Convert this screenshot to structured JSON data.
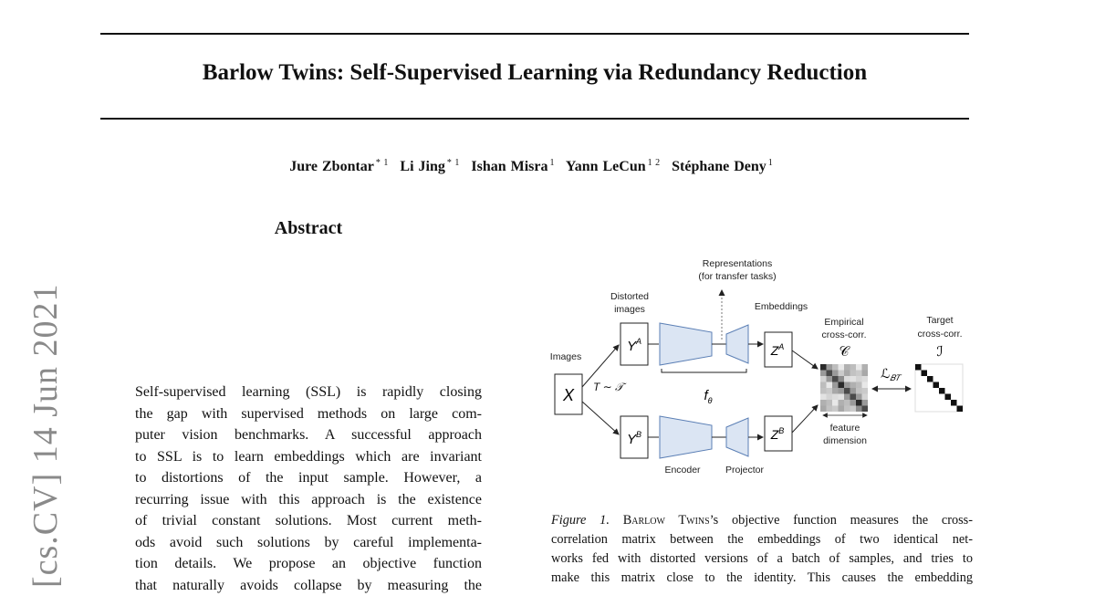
{
  "paper": {
    "title": "Barlow Twins: Self-Supervised Learning via Redundancy Reduction",
    "arxiv_id": "[cs.CV]  14 Jun 2021",
    "authors": [
      {
        "name": "Jure Zbontar",
        "sup": "* 1"
      },
      {
        "name": "Li Jing",
        "sup": "* 1"
      },
      {
        "name": "Ishan Misra",
        "sup": "1"
      },
      {
        "name": "Yann LeCun",
        "sup": "1 2"
      },
      {
        "name": "Stéphane Deny",
        "sup": "1"
      }
    ],
    "abstract_heading": "Abstract",
    "abstract_lines": [
      "Self-supervised learning (SSL) is rapidly closing",
      "the gap with supervised methods on large com-",
      "puter vision benchmarks. A successful approach",
      "to SSL is to learn embeddings which are invariant",
      "to distortions of the input sample. However, a",
      "recurring issue with this approach is the existence",
      "of trivial constant solutions. Most current meth-",
      "ods avoid such solutions by careful implementa-",
      "tion details. We propose an objective function",
      "that naturally avoids collapse by measuring the"
    ]
  },
  "figure": {
    "representations": "Representations",
    "transfer": "(for transfer tasks)",
    "distorted": "Distorted",
    "images_small": "images",
    "embeddings": "Embeddings",
    "empirical": "Empirical",
    "cross_corr": "cross-corr.",
    "target": "Target",
    "images": "Images",
    "x": "X",
    "t": "T ∼ 𝒯",
    "ya": "Y",
    "ya_sup": "A",
    "yb": "Y",
    "yb_sup": "B",
    "za": "Z",
    "za_sup": "A",
    "zb": "Z",
    "zb_sup": "B",
    "f": "f",
    "f_sub": "θ",
    "c": "𝒞",
    "i": "ℐ",
    "loss": "ℒ",
    "loss_sub": "𝐵𝑇",
    "feature": "feature",
    "dimension": "dimension",
    "encoder": "Encoder",
    "projector": "Projector",
    "colors": {
      "trapezoid_fill": "#dbe5f3",
      "trapezoid_stroke": "#5b7fb5"
    }
  },
  "caption": {
    "label": "Figure 1.",
    "method": "Barlow Twins",
    "line1_rest": "’s objective function measures the cross-",
    "lines": [
      "correlation matrix between the embeddings of two identical net-",
      "works fed with distorted versions of a batch of samples, and tries to",
      "make this matrix close to the identity. This causes the embedding"
    ]
  }
}
